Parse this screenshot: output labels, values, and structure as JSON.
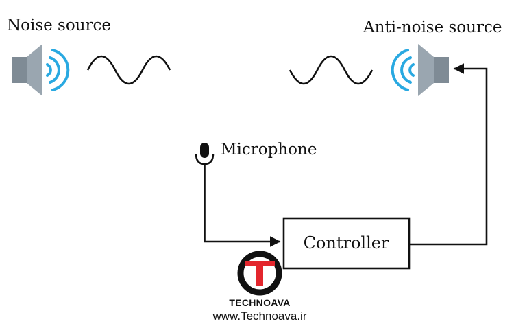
{
  "labels": {
    "noise_source": "Noise source",
    "anti_noise_source": "Anti-noise source",
    "microphone": "Microphone",
    "controller": "Controller"
  },
  "watermark": {
    "brand": "TECHNOAVA",
    "url": "www.Technoava.ir"
  },
  "colors": {
    "speaker_body": "#7f8b95",
    "speaker_cone": "#9aa6b0",
    "sound_waves": "#29a9e1",
    "lines": "#111111",
    "logo_red": "#e3262d"
  },
  "icons": {
    "noise_speaker": "speaker-icon",
    "anti_noise_speaker": "speaker-icon",
    "microphone": "microphone-icon"
  }
}
